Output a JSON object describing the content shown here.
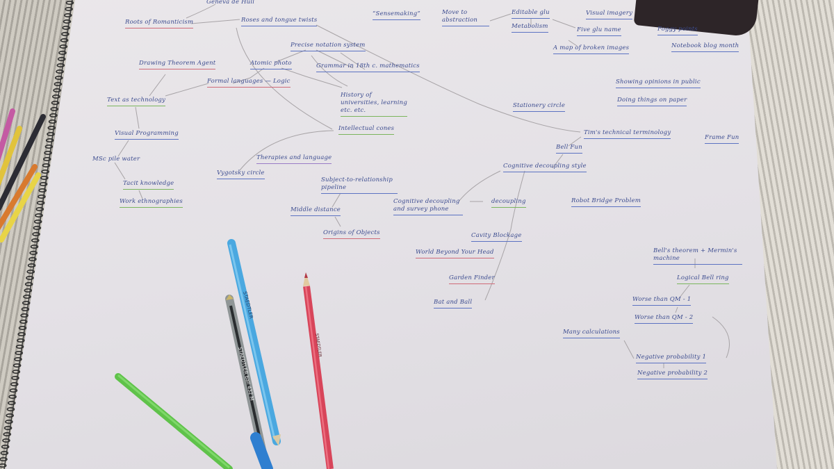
{
  "mind_map": {
    "nodes": [
      {
        "id": "n1",
        "text": "Geneva de Hull"
      },
      {
        "id": "n2",
        "text": "Roots of Romanticism"
      },
      {
        "id": "n3",
        "text": "Roses and tongue twists"
      },
      {
        "id": "n4",
        "text": "“Sensemaking”"
      },
      {
        "id": "n5",
        "text": "Move to abstraction"
      },
      {
        "id": "n6",
        "text": "Editable glu"
      },
      {
        "id": "n7",
        "text": "Metabolism"
      },
      {
        "id": "n8",
        "text": "Visual imagery"
      },
      {
        "id": "n9",
        "text": "Five glu name"
      },
      {
        "id": "n10",
        "text": "Foggy points"
      },
      {
        "id": "n11",
        "text": "A map of broken images"
      },
      {
        "id": "n12",
        "text": "Notebook blog month"
      },
      {
        "id": "n13",
        "text": "Precise notation system"
      },
      {
        "id": "n14",
        "text": "Drawing Theorem Agent"
      },
      {
        "id": "n15",
        "text": "Atomic photo"
      },
      {
        "id": "n16",
        "text": "Grammar in 18th c. mathematics"
      },
      {
        "id": "n17",
        "text": "Formal languages — Logic"
      },
      {
        "id": "n18",
        "text": "History of universities, learning etc. etc."
      },
      {
        "id": "n19",
        "text": "Showing opinions in public"
      },
      {
        "id": "n20",
        "text": "Doing things on paper"
      },
      {
        "id": "n21",
        "text": "Text as technology"
      },
      {
        "id": "n22",
        "text": "Stationery circle"
      },
      {
        "id": "n23",
        "text": "Visual Programming"
      },
      {
        "id": "n24",
        "text": "Intellectual cones"
      },
      {
        "id": "n25",
        "text": "Tim's technical terminology"
      },
      {
        "id": "n26",
        "text": "Frame Fun"
      },
      {
        "id": "n27",
        "text": "Bell Fun"
      },
      {
        "id": "n28",
        "text": "MSc pile water"
      },
      {
        "id": "n29",
        "text": "Therapies and language"
      },
      {
        "id": "n30",
        "text": "Vygotsky circle"
      },
      {
        "id": "n31",
        "text": "Cognitive decoupling style"
      },
      {
        "id": "n32",
        "text": "Tacit knowledge"
      },
      {
        "id": "n33",
        "text": "Subject-to-relationship pipeline"
      },
      {
        "id": "n34",
        "text": "Work ethnographies"
      },
      {
        "id": "n35",
        "text": "Cognitive decoupling and survey phone"
      },
      {
        "id": "n36",
        "text": "decoupling"
      },
      {
        "id": "n37",
        "text": "Robot Bridge Problem"
      },
      {
        "id": "n38",
        "text": "Middle distance"
      },
      {
        "id": "n39",
        "text": "Origins of Objects"
      },
      {
        "id": "n40",
        "text": "Cavity Blockage"
      },
      {
        "id": "n41",
        "text": "Bell's theorem + Mermin's machine"
      },
      {
        "id": "n42",
        "text": "World Beyond Your Head"
      },
      {
        "id": "n43",
        "text": "Logical Bell ring"
      },
      {
        "id": "n44",
        "text": "Garden Finder"
      },
      {
        "id": "n45",
        "text": "Worse than QM - 1"
      },
      {
        "id": "n46",
        "text": "Bat and Ball"
      },
      {
        "id": "n47",
        "text": "Worse than QM - 2"
      },
      {
        "id": "n48",
        "text": "Many calculations"
      },
      {
        "id": "n49",
        "text": "Negative probability 1"
      },
      {
        "id": "n50",
        "text": "Negative probability 2"
      }
    ]
  },
  "pen_labels": {
    "light_blue_pen": "STAEDTLER",
    "clear_pen": "STAEDTLER ball 432 M",
    "red_pencil": "STAEDTLER"
  },
  "colors": {
    "ink_blue": "#3b4b8f",
    "underline_red": "#cf6a78",
    "underline_green": "#7ab55c",
    "underline_blue": "#5b72c2",
    "underline_purple": "#9a7cc6",
    "paper": "#e6e3e8",
    "pencil_line": "#a7a3a6"
  }
}
